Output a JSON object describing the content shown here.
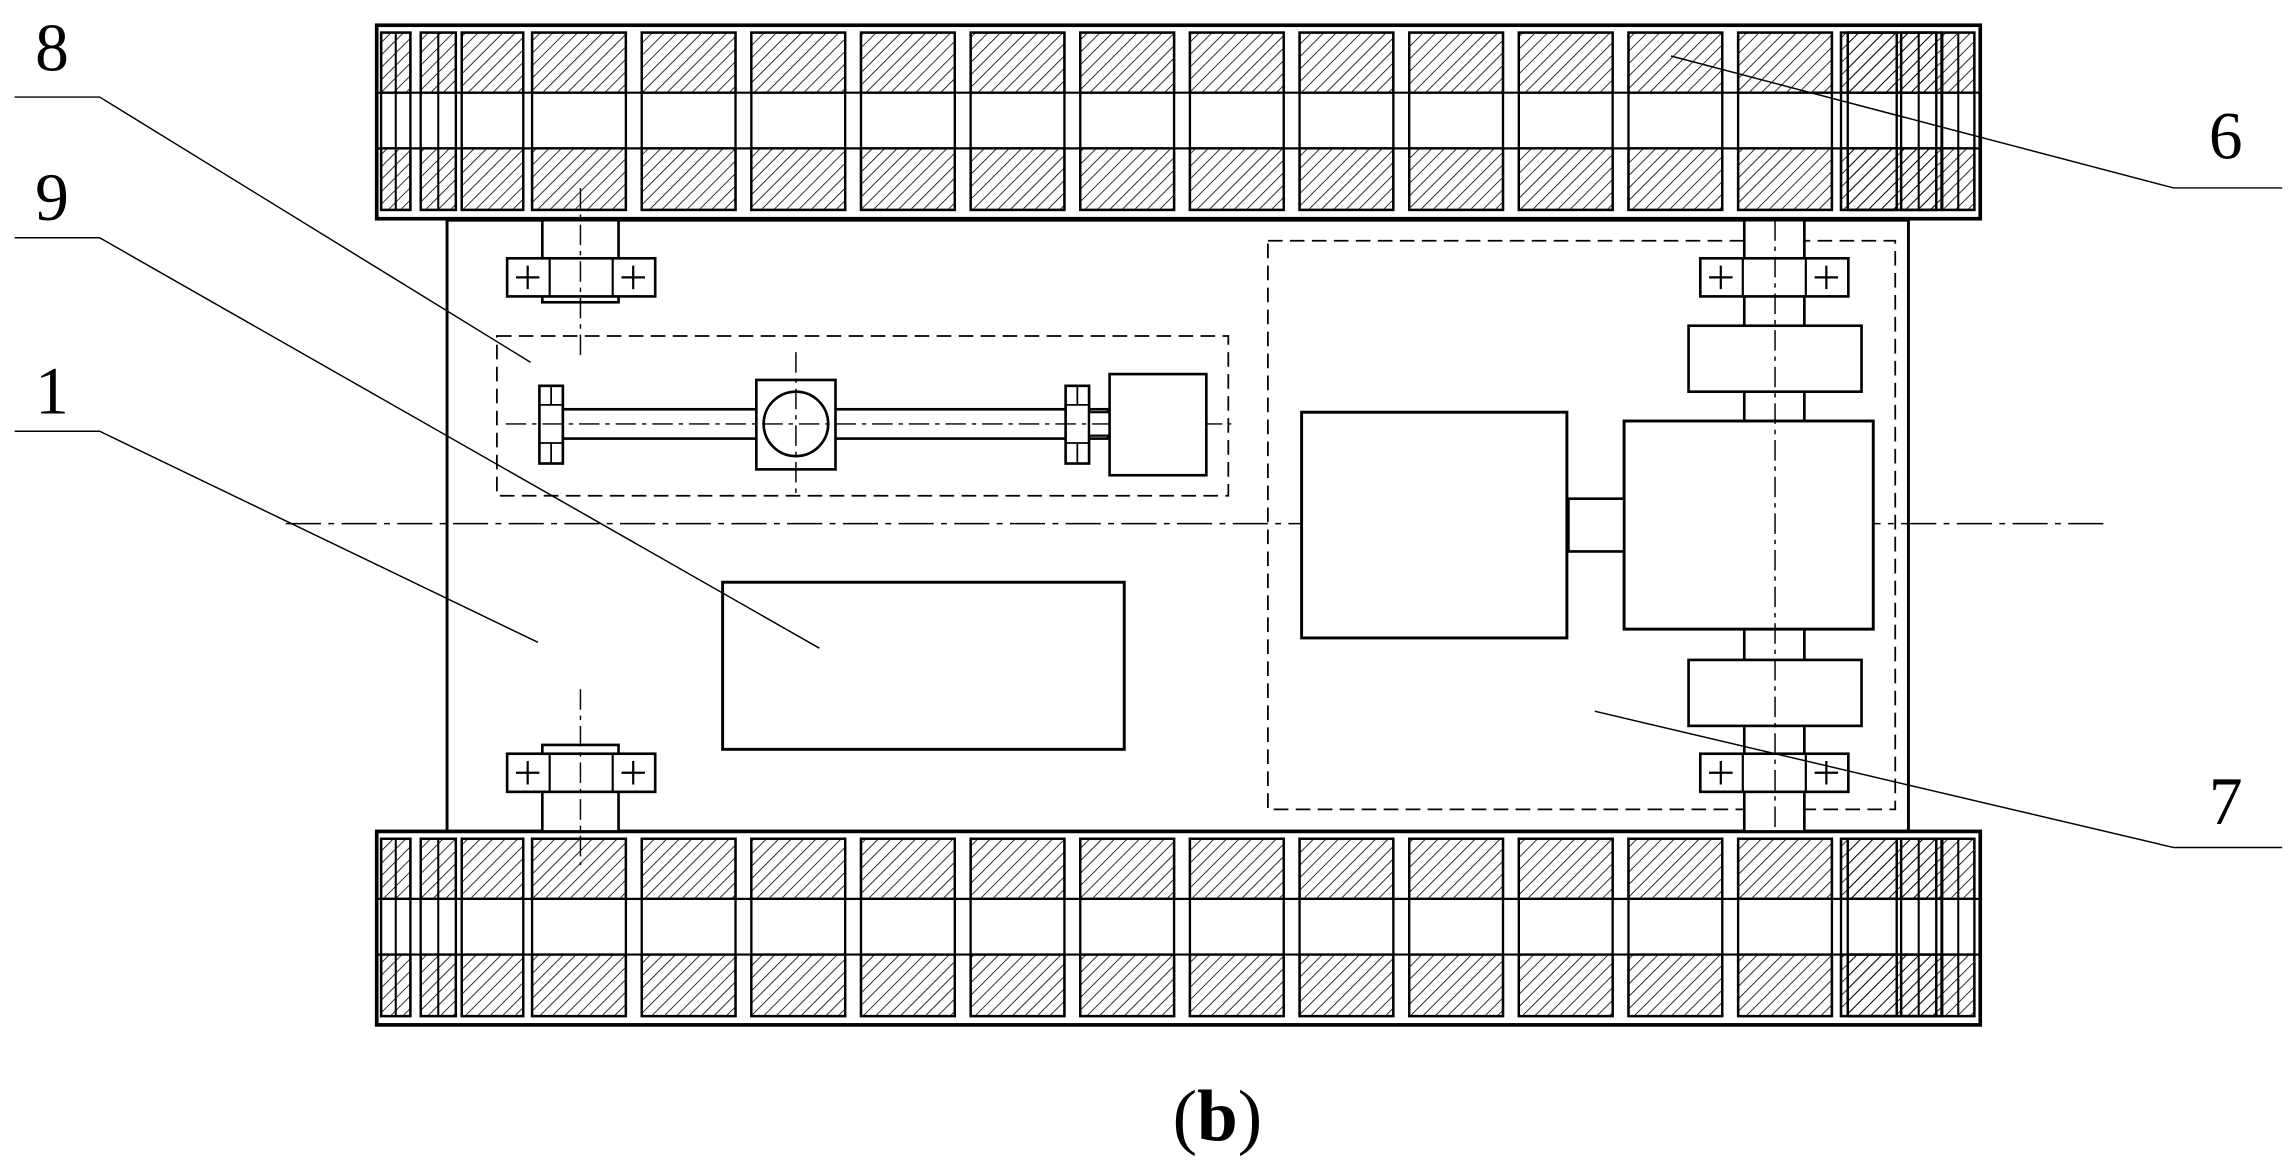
{
  "labels": {
    "part_1": "1",
    "part_6": "6",
    "part_7": "7",
    "part_8": "8",
    "part_9": "9"
  },
  "caption": {
    "open": "(",
    "letter": "b",
    "close": ")"
  },
  "colors": {
    "line": "#000000",
    "background": "#ffffff"
  }
}
